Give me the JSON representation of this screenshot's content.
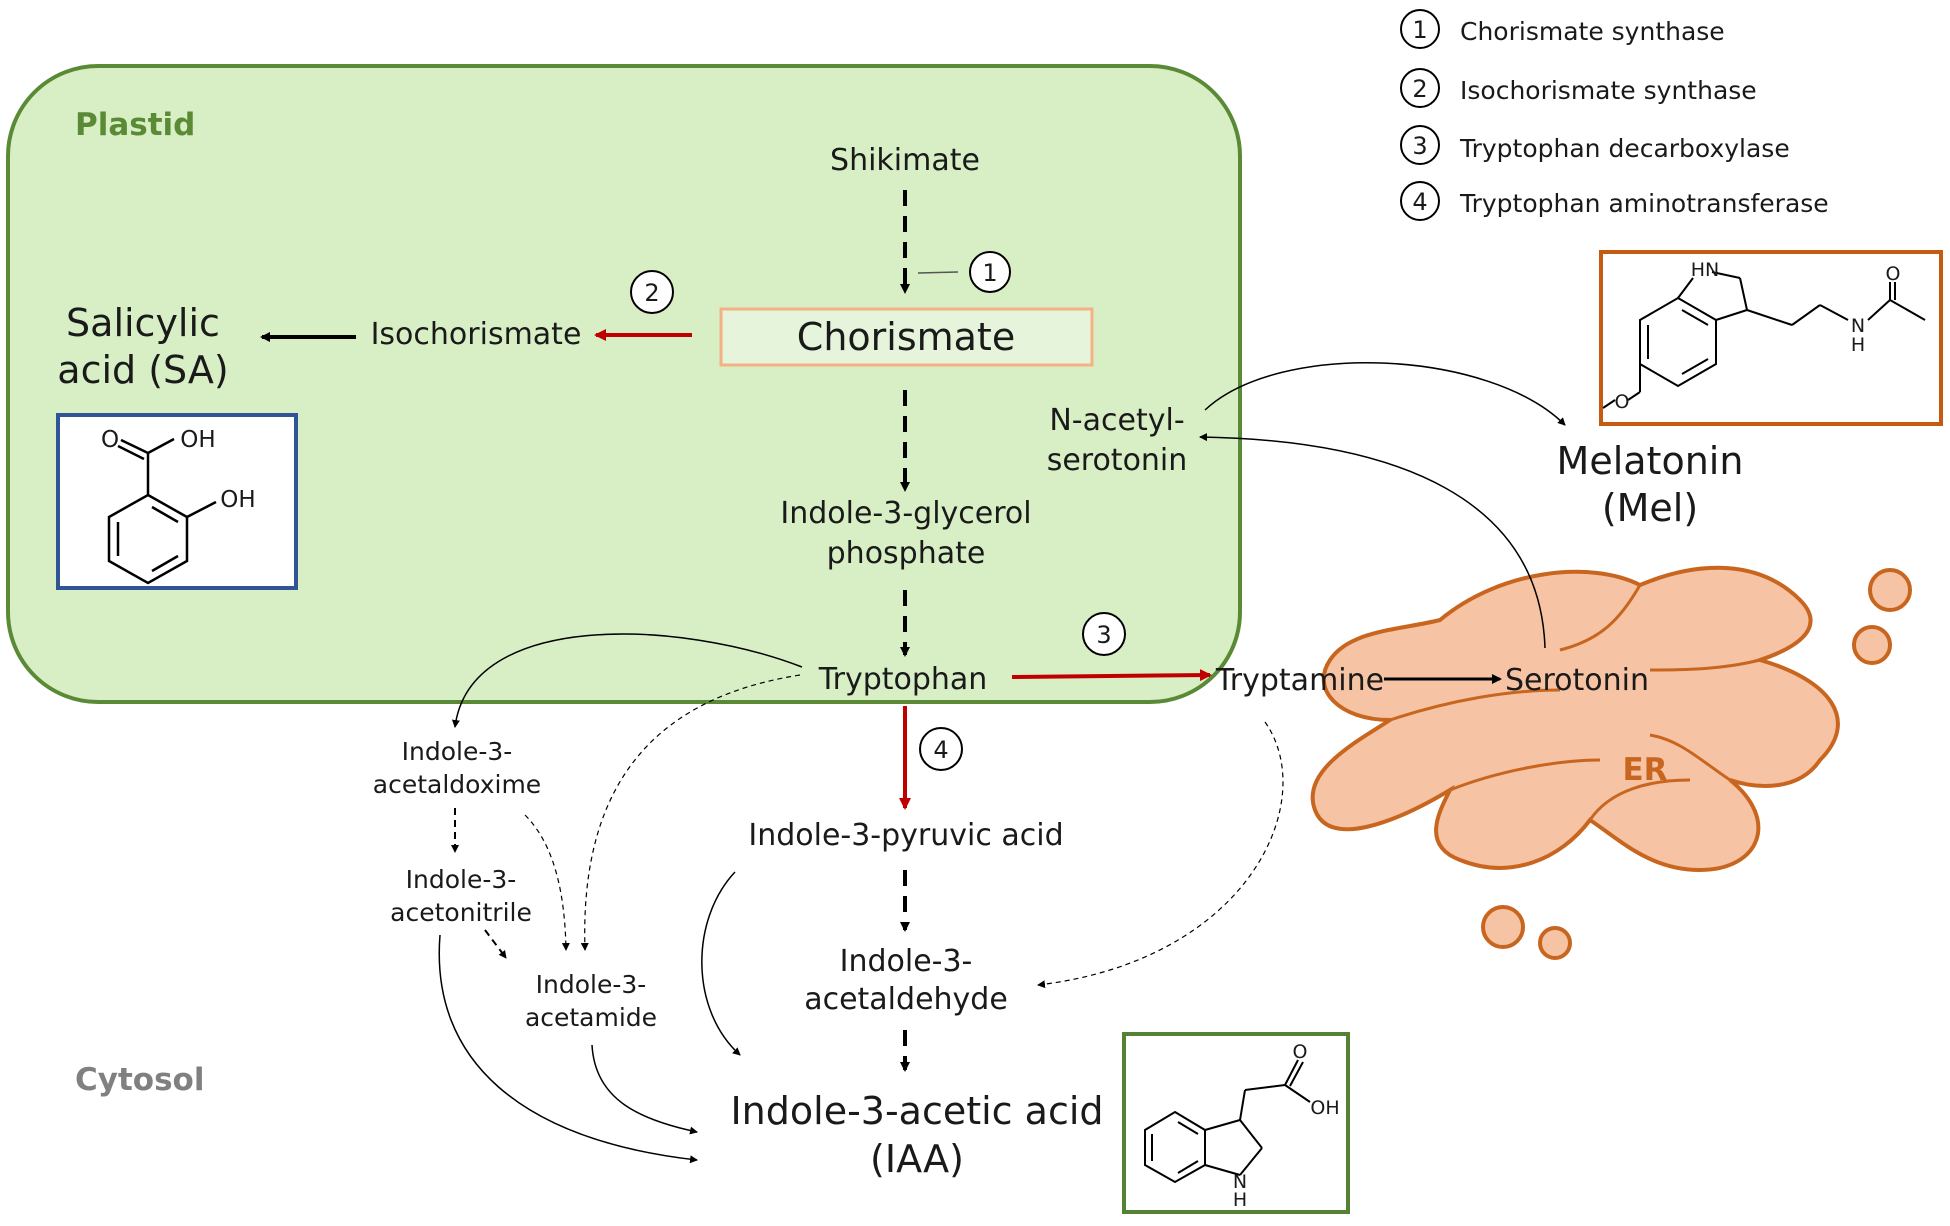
{
  "compartments": {
    "plastid": "Plastid",
    "cytosol": "Cytosol",
    "er": "ER"
  },
  "legend": [
    {
      "num": "1",
      "label": "Chorismate synthase"
    },
    {
      "num": "2",
      "label": "Isochorismate synthase"
    },
    {
      "num": "3",
      "label": "Tryptophan decarboxylase"
    },
    {
      "num": "4",
      "label": "Tryptophan aminotransferase"
    }
  ],
  "nodes": {
    "shikimate": "Shikimate",
    "chorismate": "Chorismate",
    "isochorismate": "Isochorismate",
    "sa_line1": "Salicylic",
    "sa_line2": "acid (SA)",
    "igp_line1": "Indole-3-glycerol",
    "igp_line2": "phosphate",
    "tryptophan": "Tryptophan",
    "tryptamine": "Tryptamine",
    "serotonin": "Serotonin",
    "nas_line1": "N-acetyl-",
    "nas_line2": "serotonin",
    "mel_line1": "Melatonin",
    "mel_line2": "(Mel)",
    "iaox_line1": "Indole-3-",
    "iaox_line2": "acetaldoxime",
    "ian_line1": "Indole-3-",
    "ian_line2": "acetonitrile",
    "iam_line1": "Indole-3-",
    "iam_line2": "acetamide",
    "ipa": "Indole-3-pyruvic acid",
    "iaald_line1": "Indole-3-",
    "iaald_line2": "acetaldehyde",
    "iaa_line1": "Indole-3-acetic acid",
    "iaa_line2": "(IAA)"
  },
  "enzyme_marks": {
    "e1": "1",
    "e2": "2",
    "e3": "3",
    "e4": "4"
  },
  "structures": {
    "sa_o": "O",
    "sa_oh1": "OH",
    "sa_oh2": "OH",
    "mel_hn": "HN",
    "mel_o_carbonyl": "O",
    "mel_n": "N",
    "mel_h": "H",
    "mel_o_methoxy": "O",
    "iaa_o": "O",
    "iaa_oh": "OH",
    "iaa_n": "N",
    "iaa_h": "H"
  },
  "colors": {
    "plastid_fill": "#d8efc6",
    "plastid_border": "#5a8a35",
    "plastid_text": "#5a8a35",
    "cytosol_text": "#808080",
    "er_fill": "#f6c3a4",
    "er_border": "#c8661f",
    "er_text": "#c8661f",
    "enzyme_arrow": "#c00000",
    "chorismate_box": "#f4b183",
    "sa_box": "#2f5597",
    "mel_box": "#c55a11",
    "iaa_box": "#548235"
  }
}
